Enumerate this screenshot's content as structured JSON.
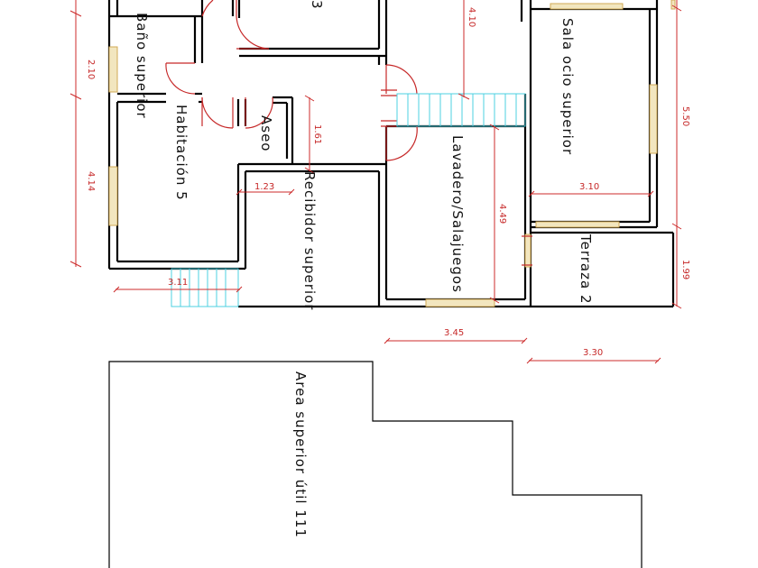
{
  "rooms": {
    "room_3_fragment": "3",
    "bano_superior": "Baño superior",
    "habitacion_5": "Habitación 5",
    "aseo": "Aseo",
    "recibidor_superior": "Recibidor superior",
    "lavadero_salajuegos": "Lavadero/Salajuegos",
    "sala_ocio_superior": "Sala ocio superior",
    "terraza_2": "Terraza 2",
    "area_superior": "Area superior útil 111"
  },
  "dimensions": {
    "d_2_10": "2.10",
    "d_4_14": "4.14",
    "d_4_10": "4.10",
    "d_1_61": "1.61",
    "d_1_23": "1.23",
    "d_3_11": "3.11",
    "d_4_49": "4.49",
    "d_3_45": "3.45",
    "d_3_10": "3.10",
    "d_5_50": "5.50",
    "d_1_99": "1.99",
    "d_3_30": "3.30"
  },
  "colors": {
    "walls": "#000000",
    "dimensions": "#c62828",
    "doors": "#c62828",
    "stairs": "#4dd0e1",
    "windows": "#d1a955"
  }
}
